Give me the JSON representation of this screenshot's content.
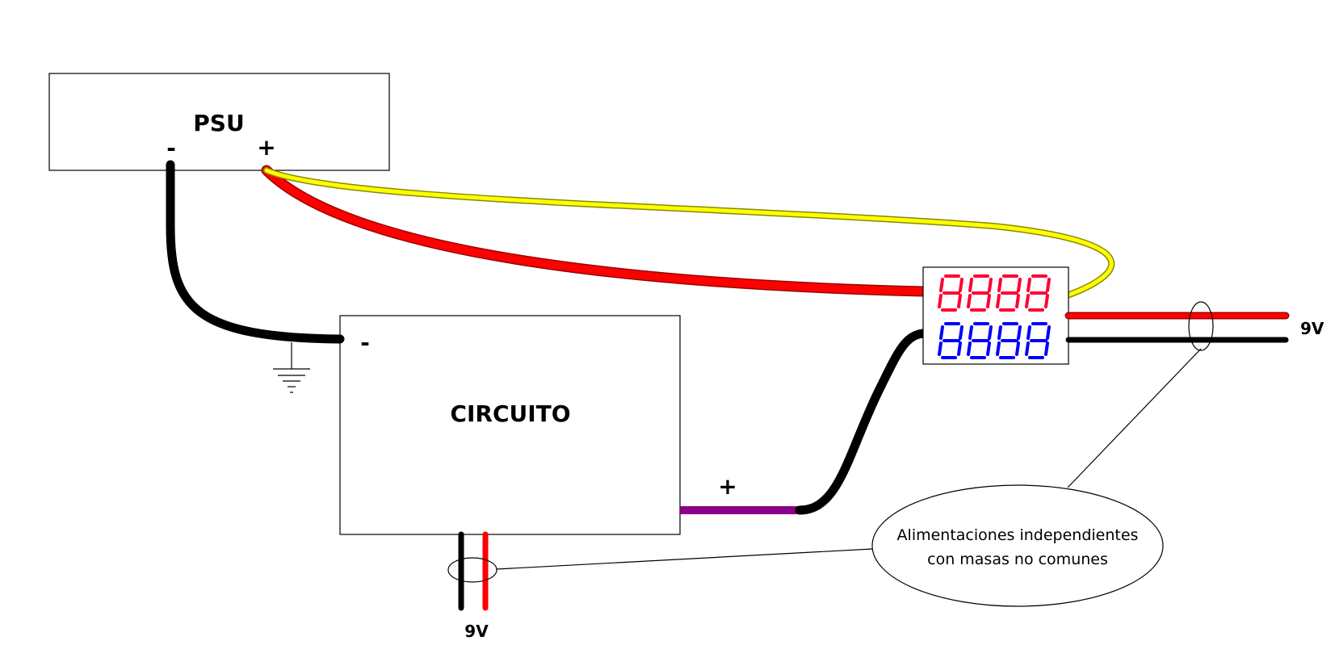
{
  "diagram": {
    "type": "wiring-diagram",
    "components": {
      "psu": {
        "label": "PSU",
        "terminal_negative": "-",
        "terminal_positive": "+"
      },
      "circuit": {
        "label": "CIRCUITO",
        "terminal_negative": "-",
        "terminal_positive": "+"
      },
      "meter": {
        "type": "voltmeter-ammeter",
        "top_display": "8888",
        "bottom_display": "8888",
        "top_display_color": "#ff0033",
        "bottom_display_color": "#0000ff"
      },
      "ground": {
        "type": "ground-symbol"
      }
    },
    "supplies": {
      "meter_supply_label": "9V",
      "circuit_supply_label": "9V"
    },
    "callout": {
      "line1": "Alimentaciones independientes",
      "line2": "con masas no comunes"
    },
    "wire_colors": {
      "negative": "#000000",
      "positive": "#ff0000",
      "sense": "#ffff00",
      "circuit_positive": "#8b008b"
    },
    "connections": [
      {
        "from": "psu.negative",
        "to": "circuit.negative",
        "color": "black"
      },
      {
        "from": "psu.positive",
        "to": "meter.input",
        "color": "red"
      },
      {
        "from": "psu.positive",
        "to": "meter.sense",
        "color": "yellow"
      },
      {
        "from": "circuit.positive",
        "to": "meter.output",
        "color": "purple/black"
      },
      {
        "from": "meter.power",
        "to": "9V supply",
        "color": "red/black"
      },
      {
        "from": "circuit.power",
        "to": "9V supply",
        "color": "red/black"
      }
    ]
  }
}
